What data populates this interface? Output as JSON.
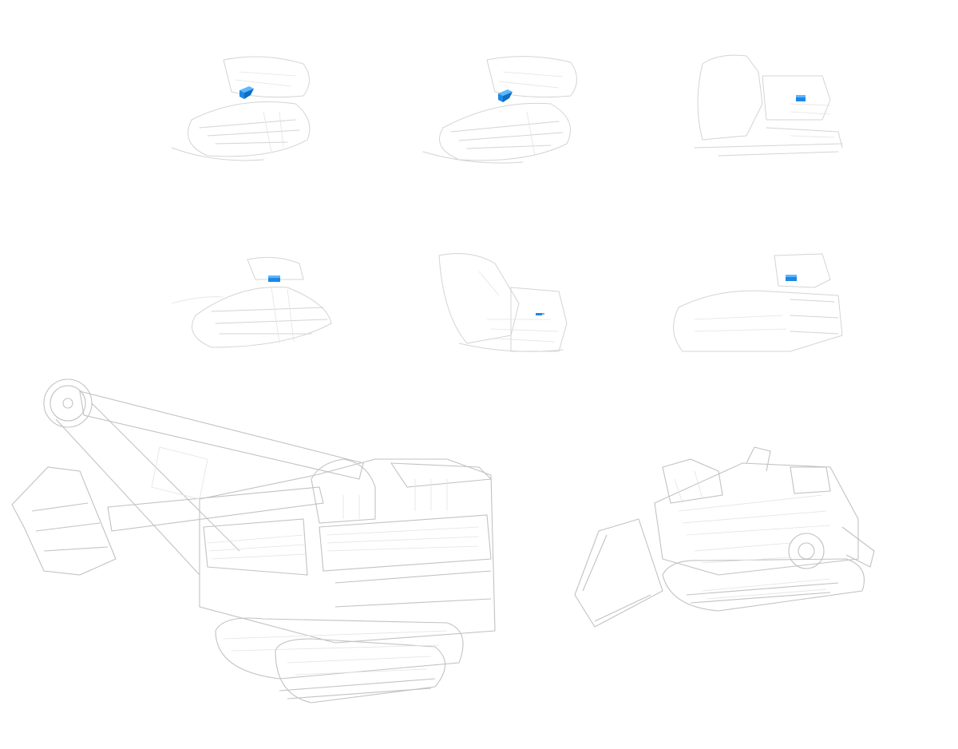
{
  "figure": {
    "background": "#ffffff",
    "line_color": "#d4d4d4",
    "highlight_color": "#1e88e5",
    "panels": [
      {
        "id": "view-1",
        "highlight": "wedge-part"
      },
      {
        "id": "view-2",
        "highlight": "wedge-part"
      },
      {
        "id": "view-3",
        "highlight": "block-part"
      },
      {
        "id": "view-4",
        "highlight": "block-part"
      },
      {
        "id": "view-5",
        "highlight": "small-part"
      },
      {
        "id": "view-6",
        "highlight": "block-part"
      }
    ],
    "machines": [
      {
        "id": "mining-shovel"
      },
      {
        "id": "bulldozer"
      }
    ]
  }
}
